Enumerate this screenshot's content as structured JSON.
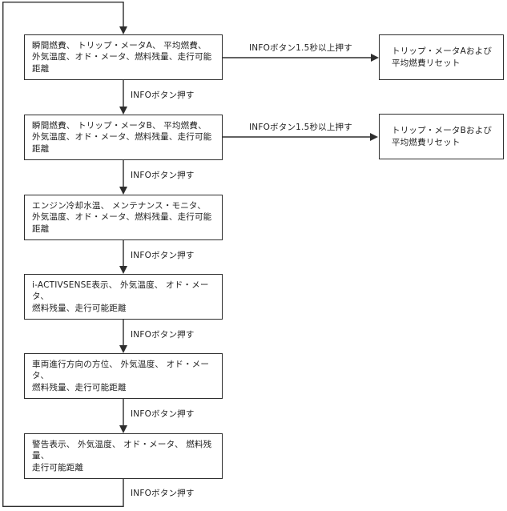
{
  "diagram": {
    "title_hint": "INFO display mode cycle flowchart",
    "main_boxes": [
      {
        "text": "瞬間燃費、 トリップ・メータA、 平均燃費、\n外気温度、オド・メータ、燃料残量、走行可能距離"
      },
      {
        "text": "瞬間燃費、 トリップ・メータB、 平均燃費、\n外気温度、オド・メータ、燃料残量、走行可能距離"
      },
      {
        "text": "エンジン冷却水温、 メンテナンス・モニタ、\n外気温度、オド・メータ、燃料残量、走行可能距離"
      },
      {
        "text": "i-ACTIVSENSE表示、 外気温度、 オド・メータ、\n燃料残量、走行可能距離"
      },
      {
        "text": "車両進行方向の方位、 外気温度、 オド・メータ、\n燃料残量、走行可能距離"
      },
      {
        "text": "警告表示、 外気温度、 オド・メータ、 燃料残量、\n走行可能距離"
      }
    ],
    "side_boxes": [
      {
        "text": "トリップ・メータAおよび\n平均燃費リセット"
      },
      {
        "text": "トリップ・メータBおよび\n平均燃費リセット"
      }
    ],
    "labels": {
      "press": "INFOボタン押す",
      "long_press": "INFOボタン1.5秒以上押す"
    },
    "colors": {
      "line": "#2e2e2e",
      "text": "#1f1f1f",
      "background": "#ffffff"
    }
  }
}
